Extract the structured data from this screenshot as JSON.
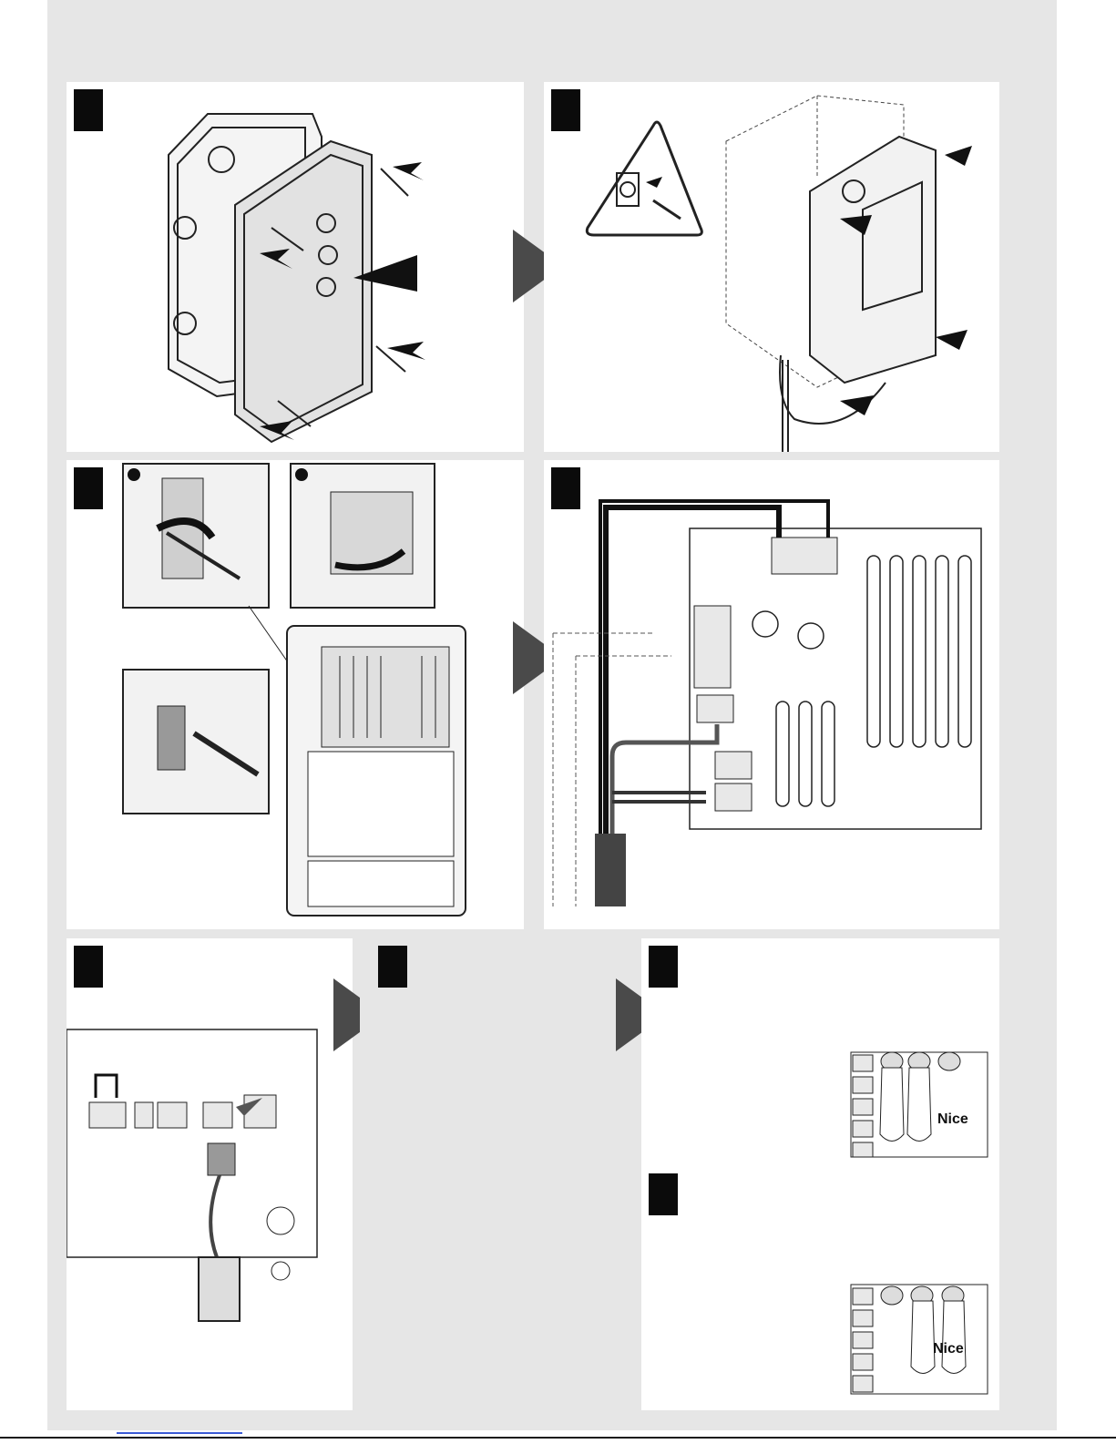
{
  "document": {
    "type": "installation instruction sheet",
    "colors": {
      "background": "#e6e6e6",
      "panel": "#ffffff",
      "step_marker": "#0b0b0b",
      "arrow": "#4a4a4a",
      "link": "#3b5bd6"
    }
  },
  "panels": [
    {
      "id": "p1",
      "icon": "remove-cover-icon"
    },
    {
      "id": "p2",
      "icon": "wall-mount-icon",
      "warning_icon": "unplug-power-warning-icon"
    },
    {
      "id": "p3",
      "icon": "open-terminal-cover-icon"
    },
    {
      "id": "p4",
      "icon": "wiring-diagram-icon"
    },
    {
      "id": "p5",
      "icon": "connector-plug-icon"
    },
    {
      "id": "p6",
      "icon": "blank-step-icon"
    },
    {
      "id": "p7",
      "icon": "press-buttons-icon",
      "brand": "Nice"
    },
    {
      "id": "p8",
      "icon": "press-buttons-icon",
      "brand": "Nice"
    }
  ]
}
